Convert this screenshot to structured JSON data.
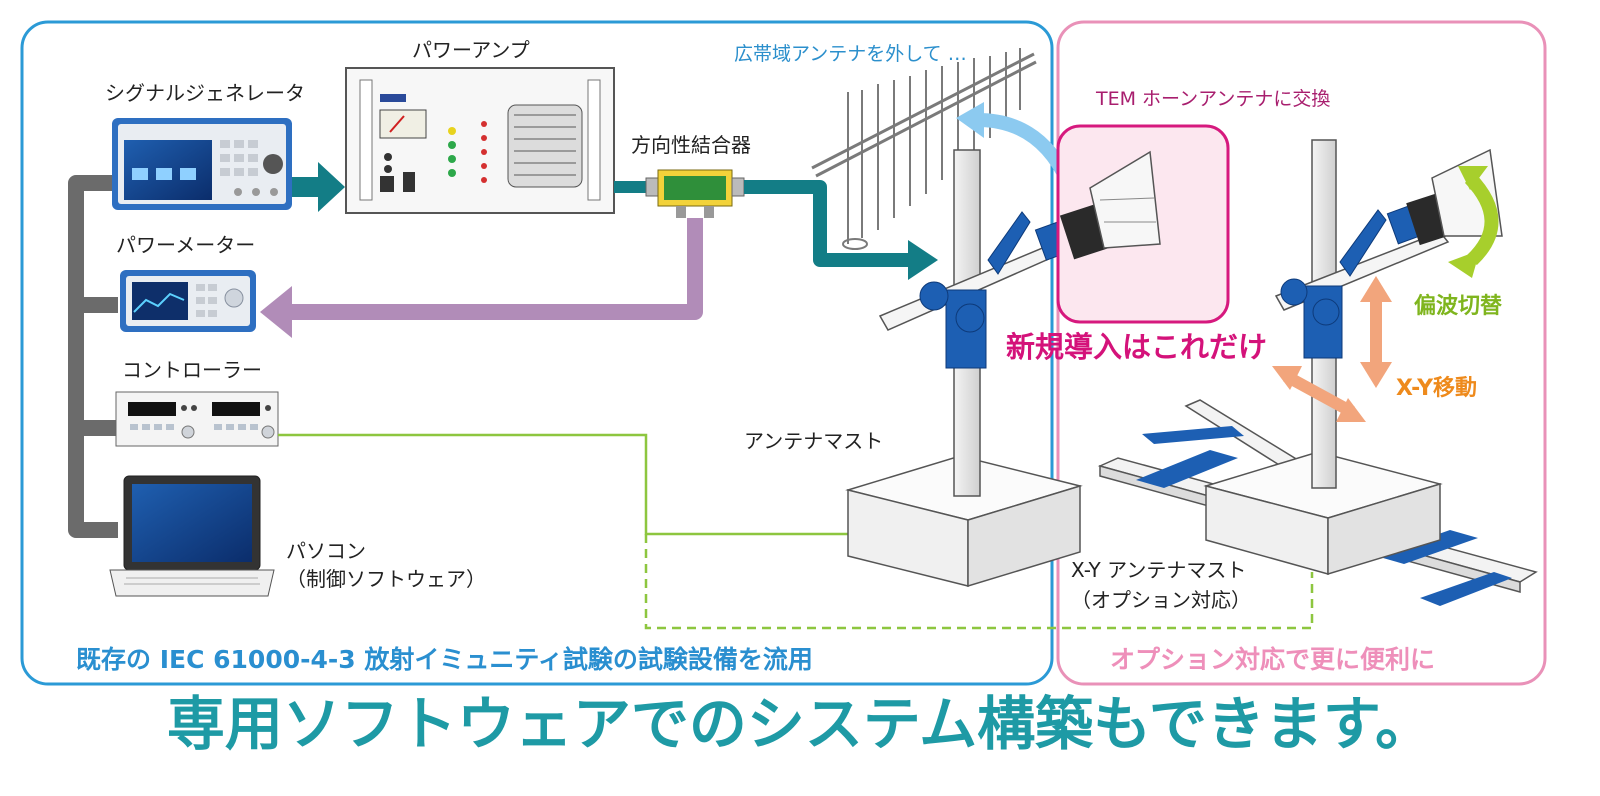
{
  "labels": {
    "signal_generator": "シグナルジェネレータ",
    "power_amp": "パワーアンプ",
    "coupler": "方向性結合器",
    "power_meter": "パワーメーター",
    "controller": "コントローラー",
    "pc_line1": "パソコン",
    "pc_line2": "（制御ソフトウェア）",
    "antenna_mast": "アンテナマスト",
    "remove_antenna": "広帯域アンテナを外して …",
    "tem_horn": "TEM ホーンアンテナに交換",
    "new_only": "新規導入はこれだけ",
    "polarization": "偏波切替",
    "xy_move": "X-Y移動",
    "xy_mast_line1": "X-Y アンテナマスト",
    "xy_mast_line2": "（オプション対応）"
  },
  "footer": {
    "left": "既存の IEC 61000-4-3 放射イミュニティ試験の試験設備を流用",
    "right": "オプション対応で更に便利に"
  },
  "headline": "専用ソフトウェアでのシステム構築もできます。",
  "colors": {
    "left_frame": "#2b9ad6",
    "right_frame": "#e991b8",
    "teal_arrow": "#137d86",
    "purple_arrow": "#b18cb8",
    "gray_bus": "#6b6b6b",
    "green_line": "#8dc63f",
    "mast_blue": "#1d5fb3",
    "highlight_pink": "#d6197e",
    "headline": "#1e9aa5"
  }
}
